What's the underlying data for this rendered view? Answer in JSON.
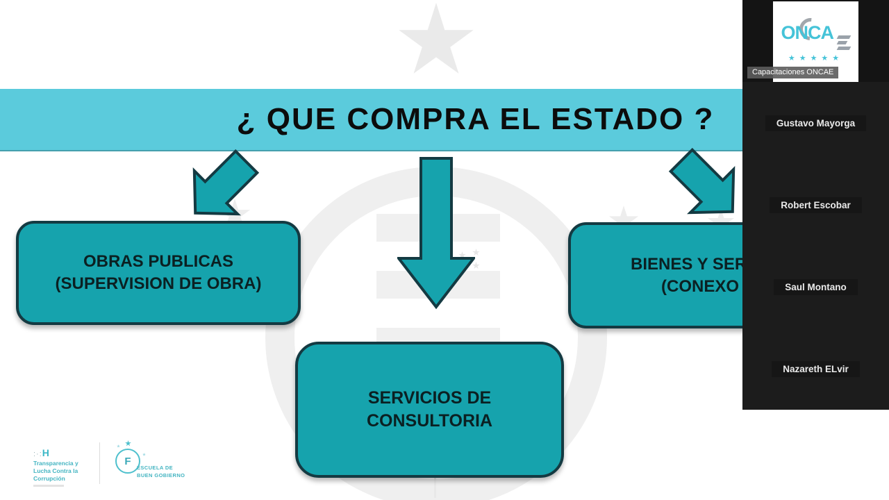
{
  "colors": {
    "box_fill_teal": "#16a3ad",
    "box_border_dark": "#143a42",
    "title_band_cyan": "#5bcbdc",
    "panel_background": "#1c1c1c",
    "oncae_logo_cyan": "#45c3d8",
    "oncae_logo_gray": "#9aa2aa",
    "footer_logo_teal": "#45b5c2",
    "watermark_gray": "#efefef"
  },
  "slide": {
    "title": "¿ QUE COMPRA EL ESTADO ?",
    "boxes": {
      "left": {
        "line1": "OBRAS PUBLICAS",
        "line2": "(SUPERVISION DE OBRA)"
      },
      "center": {
        "line1": "SERVICIOS DE",
        "line2": "CONSULTORIA"
      },
      "right": {
        "line1": "BIENES Y SER",
        "line2": "(CONEXO"
      }
    },
    "footer": {
      "transparencia": {
        "mark": ":·:",
        "letter": "H",
        "line1": "Transparencia y",
        "line2": "Lucha Contra la",
        "line3": "Corrupción"
      },
      "escuela": {
        "letter": "F",
        "line1": "ESCUELA DE",
        "line2": "BUEN GOBIERNO"
      }
    }
  },
  "panel": {
    "video_tile": {
      "name_label": "Capacitaciones ONCAE",
      "logo_main": "ONCA",
      "stars": "★★★★★"
    },
    "participants": [
      {
        "name": "Gustavo Mayorga"
      },
      {
        "name": "Robert Escobar"
      },
      {
        "name": "Saul Montano"
      },
      {
        "name": "Nazareth ELvir"
      }
    ]
  }
}
